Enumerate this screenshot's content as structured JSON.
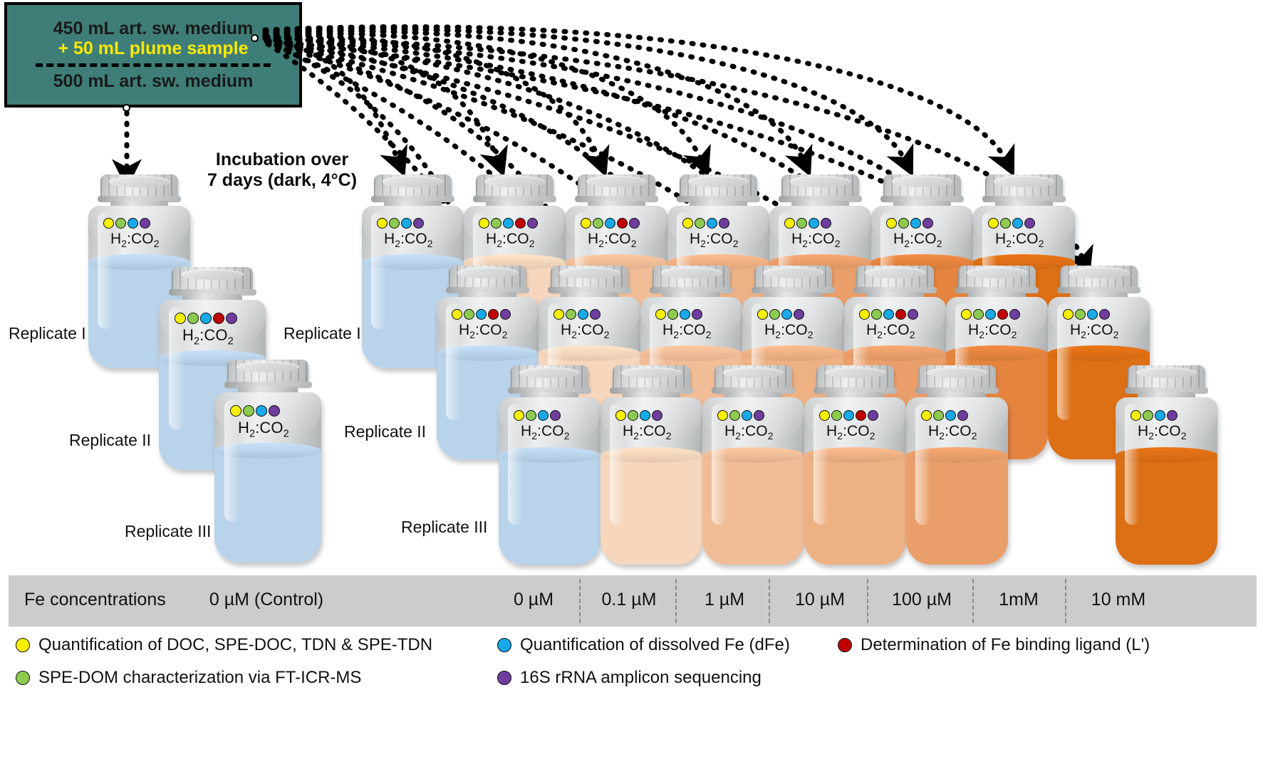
{
  "source_box": {
    "line1": "450 mL art. sw. medium",
    "line2": "+ 50 mL  plume sample",
    "line3": "500 mL art. sw. medium",
    "bg_color": "#3f7e78",
    "plume_color": "#ffe800"
  },
  "incubation": {
    "line1": "Incubation over",
    "line2": "7 days (dark, 4°C)"
  },
  "replicate_labels": {
    "control": [
      "Replicate I",
      "Replicate II",
      "Replicate III"
    ],
    "treatment": [
      "Replicate I",
      "Replicate II",
      "Replicate III"
    ]
  },
  "gas_label": "H₂:CO₂",
  "marker_colors": {
    "yellow": "#f7f000",
    "green": "#8ccb4f",
    "blue": "#17a9e8",
    "red": "#c00000",
    "purple": "#6f3d9e"
  },
  "fe_band": {
    "title": "Fe concentrations",
    "control_label": "0 µM (Control)",
    "concentrations": [
      "0 µM",
      "0.1 µM",
      "1 µM",
      "10 µM",
      "100 µM",
      "1mM",
      "10 mM"
    ],
    "bg_color": "#cccccc"
  },
  "legend": [
    {
      "color": "yellow",
      "text": "Quantification of DOC, SPE-DOC, TDN & SPE-TDN"
    },
    {
      "color": "green",
      "text": "SPE-DOM characterization via FT-ICR-MS"
    },
    {
      "color": "blue",
      "text": "Quantification of dissolved Fe (dFe)"
    },
    {
      "color": "purple",
      "text": "16S rRNA amplicon sequencing"
    },
    {
      "color": "red",
      "text": "Determination of Fe binding ligand (L')"
    }
  ],
  "control_bottles": [
    {
      "replicate": "Replicate I",
      "fill": "#b9d3ea",
      "markers": [
        "yellow",
        "green",
        "blue",
        "purple"
      ]
    },
    {
      "replicate": "Replicate II",
      "fill": "#b9d3ea",
      "markers": [
        "yellow",
        "green",
        "blue",
        "red",
        "purple"
      ]
    },
    {
      "replicate": "Replicate III",
      "fill": "#b9d3ea",
      "markers": [
        "yellow",
        "green",
        "blue",
        "purple"
      ]
    }
  ],
  "treatment_rows": [
    {
      "replicate": "Replicate I",
      "bottles": [
        {
          "conc": "0 µM",
          "fill": "#b9d3ea",
          "markers": [
            "yellow",
            "green",
            "blue",
            "purple"
          ]
        },
        {
          "conc": "0.1 µM",
          "fill": "#f6d6bc",
          "markers": [
            "yellow",
            "green",
            "blue",
            "red",
            "purple"
          ]
        },
        {
          "conc": "1 µM",
          "fill": "#f0bd97",
          "markers": [
            "yellow",
            "green",
            "blue",
            "red",
            "purple"
          ]
        },
        {
          "conc": "10 µM",
          "fill": "#eeb184",
          "markers": [
            "yellow",
            "green",
            "blue",
            "purple"
          ]
        },
        {
          "conc": "100 µM",
          "fill": "#ea9f6b",
          "markers": [
            "yellow",
            "green",
            "blue",
            "purple"
          ]
        },
        {
          "conc": "1mM",
          "fill": "#e5843f",
          "markers": [
            "yellow",
            "green",
            "blue",
            "purple"
          ]
        },
        {
          "conc": "10 mM",
          "fill": "#dd6f15",
          "markers": [
            "yellow",
            "green",
            "blue",
            "purple"
          ]
        }
      ]
    },
    {
      "replicate": "Replicate I",
      "bottles": [
        {
          "conc": "0 µM",
          "fill": "#b9d3ea",
          "markers": [
            "yellow",
            "green",
            "blue",
            "red",
            "purple"
          ]
        },
        {
          "conc": "0.1 µM",
          "fill": "#f6d6bc",
          "markers": [
            "yellow",
            "green",
            "blue",
            "purple"
          ]
        },
        {
          "conc": "1 µM",
          "fill": "#f0bd97",
          "markers": [
            "yellow",
            "green",
            "blue",
            "purple"
          ]
        },
        {
          "conc": "10 µM",
          "fill": "#eeb184",
          "markers": [
            "yellow",
            "green",
            "blue",
            "purple"
          ]
        },
        {
          "conc": "100 µM",
          "fill": "#ea9f6b",
          "markers": [
            "yellow",
            "green",
            "blue",
            "red",
            "purple"
          ]
        },
        {
          "conc": "1mM",
          "fill": "#e5843f",
          "markers": [
            "yellow",
            "green",
            "blue",
            "red",
            "purple"
          ]
        },
        {
          "conc": "10 mM",
          "fill": "#dd6f15",
          "markers": [
            "yellow",
            "green",
            "blue",
            "purple"
          ]
        }
      ]
    },
    {
      "replicate": "Replicate II",
      "bottles": [
        {
          "conc": "0 µM",
          "fill": "#b9d3ea",
          "markers": [
            "yellow",
            "green",
            "blue",
            "purple"
          ]
        },
        {
          "conc": "0.1 µM",
          "fill": "#f6d6bc",
          "markers": [
            "yellow",
            "green",
            "blue",
            "purple"
          ]
        },
        {
          "conc": "1 µM",
          "fill": "#f0bd97",
          "markers": [
            "yellow",
            "green",
            "blue",
            "purple"
          ]
        },
        {
          "conc": "10 µM",
          "fill": "#eeb184",
          "markers": [
            "yellow",
            "green",
            "blue",
            "red",
            "purple"
          ]
        },
        {
          "conc": "100 µM",
          "fill": "#ea9f6b",
          "markers": [
            "yellow",
            "green",
            "blue",
            "purple"
          ]
        },
        {
          "conc": "10 mM",
          "fill": "#dd6f15",
          "markers": [
            "yellow",
            "green",
            "blue",
            "purple"
          ]
        }
      ]
    }
  ]
}
